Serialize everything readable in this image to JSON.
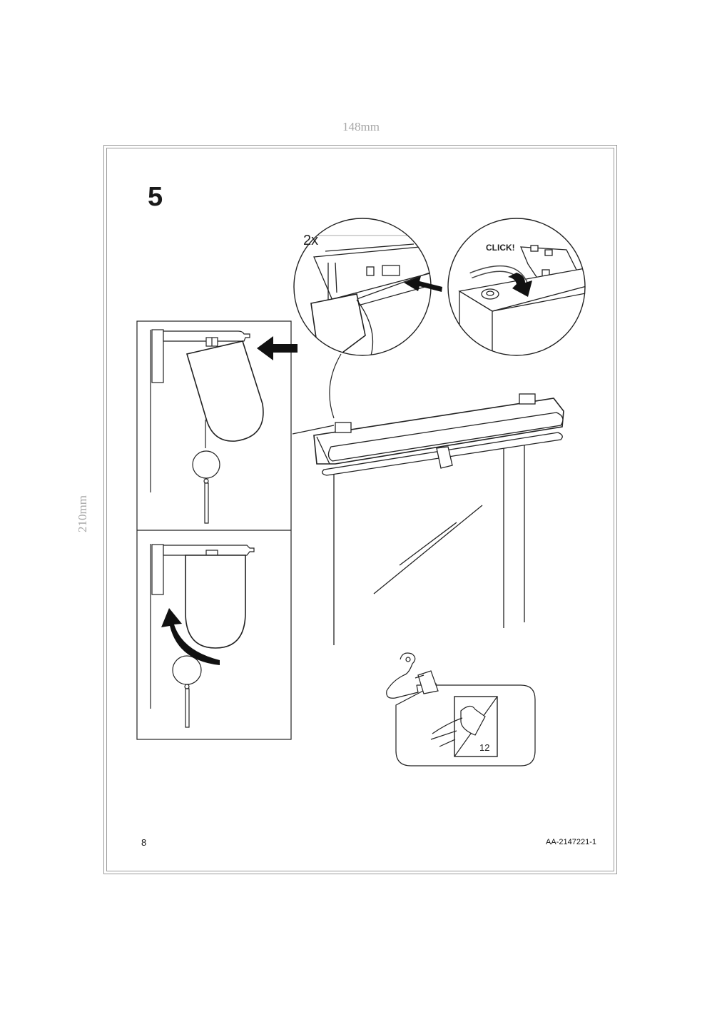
{
  "dimensions": {
    "width_label": "148mm",
    "height_label": "210mm"
  },
  "step": {
    "number": "5",
    "quantity": "2x",
    "click_label": "CLICK!"
  },
  "reference": {
    "page": "12"
  },
  "footer": {
    "page_number": "8",
    "document_id": "AA-2147221-1"
  }
}
